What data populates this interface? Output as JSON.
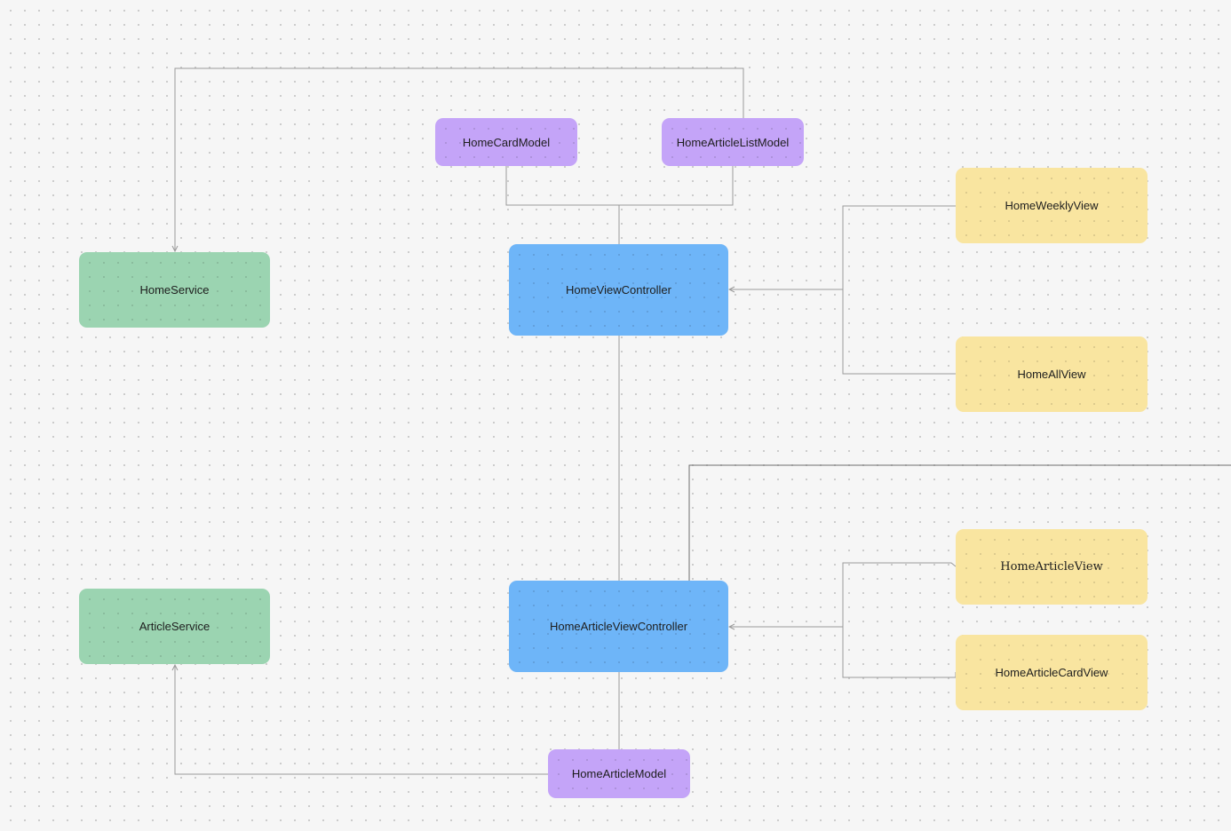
{
  "diagram": {
    "nodes": {
      "home_service": {
        "label": "HomeService",
        "kind": "service"
      },
      "article_service": {
        "label": "ArticleService",
        "kind": "service"
      },
      "home_card_model": {
        "label": "HomeCardModel",
        "kind": "model"
      },
      "home_article_list_model": {
        "label": "HomeArticleListModel",
        "kind": "model"
      },
      "home_view_controller": {
        "label": "HomeViewController",
        "kind": "controller"
      },
      "home_article_view_controller": {
        "label": "HomeArticleViewController",
        "kind": "controller"
      },
      "home_article_model": {
        "label": "HomeArticleModel",
        "kind": "model"
      },
      "home_weekly_view": {
        "label": "HomeWeeklyView",
        "kind": "view"
      },
      "home_all_view": {
        "label": "HomeAllView",
        "kind": "view"
      },
      "home_article_view": {
        "label": "HomeArticleView",
        "kind": "view"
      },
      "home_article_card_view": {
        "label": "HomeArticleCardView",
        "kind": "view"
      }
    },
    "edges": [
      {
        "from": "home_card_model",
        "to": "home_view_controller"
      },
      {
        "from": "home_article_list_model",
        "to": "home_view_controller"
      },
      {
        "from": "home_article_list_model",
        "to": "home_service",
        "arrow": true
      },
      {
        "from": "home_weekly_view",
        "to": "home_view_controller",
        "arrow": true
      },
      {
        "from": "home_all_view",
        "to": "home_view_controller",
        "arrow": true
      },
      {
        "from": "home_view_controller",
        "to": "home_article_view_controller"
      },
      {
        "from": "home_article_view",
        "to": "home_article_view_controller",
        "arrow": true
      },
      {
        "from": "home_article_card_view",
        "to": "home_article_view_controller",
        "arrow": true
      },
      {
        "from": "home_article_view_controller",
        "to": "home_article_model"
      },
      {
        "from": "home_article_model",
        "to": "article_service",
        "arrow": true
      }
    ],
    "colors": {
      "service": "#9bd4b1",
      "controller": "#6eb5f8",
      "model": "#c4a4f8",
      "view": "#f9e5a0",
      "connector": "#9a9a9a",
      "connector_dark": "#6f6f6f",
      "canvas": "#f6f6f6"
    }
  }
}
